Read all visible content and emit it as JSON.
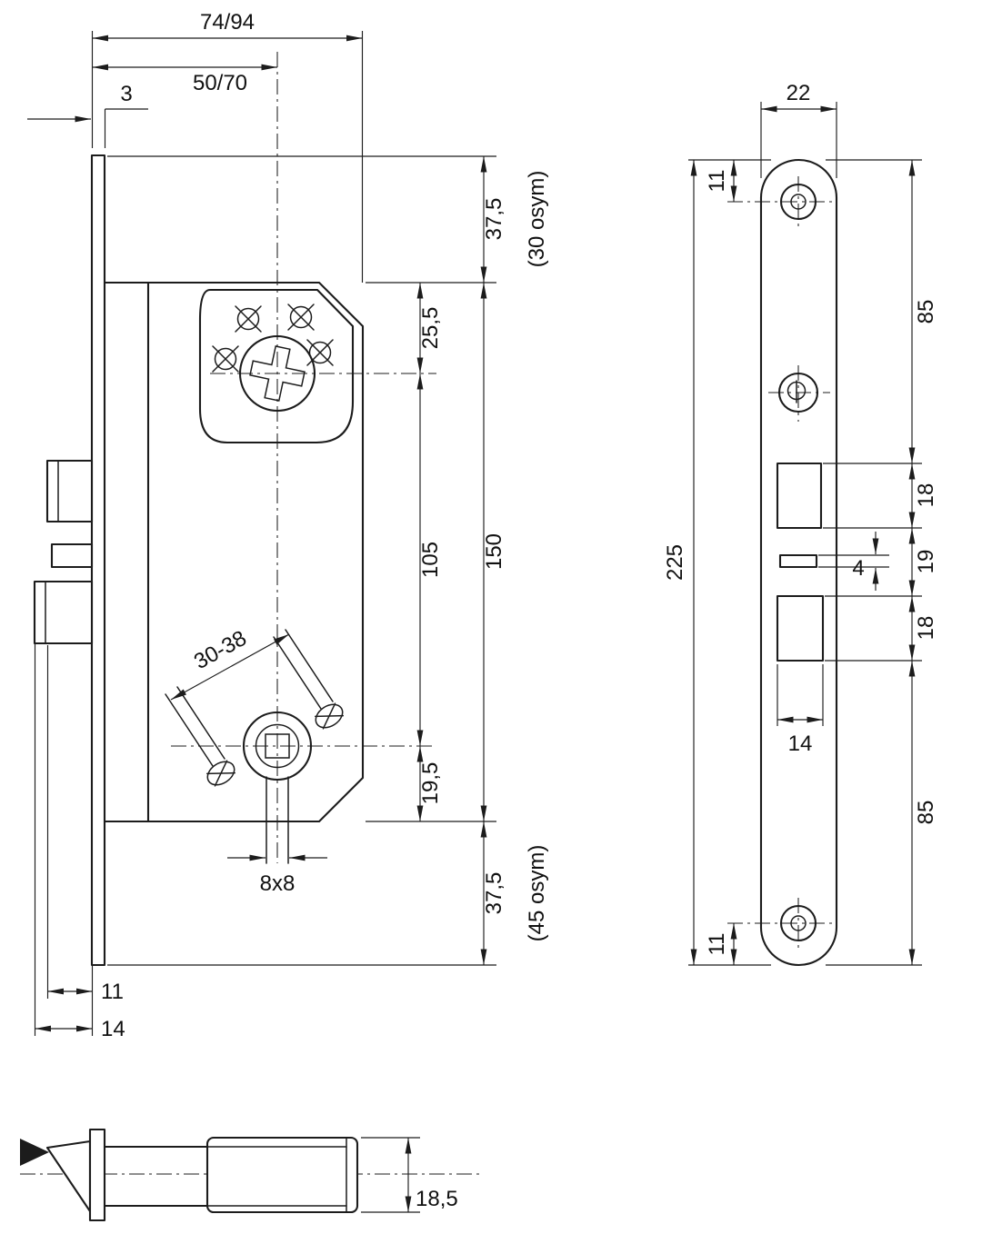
{
  "side_view": {
    "dim_total_depth": "74/94",
    "dim_backset": "50/70",
    "dim_faceplate_thickness": "3",
    "dim_top_margin": "37,5",
    "note_top": "(30 osym)",
    "dim_cylinder_from_top": "25,5",
    "dim_cylinder_to_spindle": "105",
    "dim_case_height": "150",
    "dim_spindle_to_case_bottom": "19,5",
    "dim_bottom_margin": "37,5",
    "note_bottom": "(45 osym)",
    "dim_handle_stop_range": "30-38",
    "dim_spindle_square": "8x8",
    "dim_latch_throw": "11",
    "dim_deadbolt_throw": "14"
  },
  "front_view": {
    "dim_forend_width": "22",
    "dim_forend_length": "225",
    "dim_screw_top_offset": "11",
    "dim_screw_bottom_offset": "11",
    "dim_top_to_latch": "85",
    "dim_latch_opening_height": "18",
    "dim_openings_gap": "19",
    "dim_indicator_slot": "4",
    "dim_deadbolt_opening_height": "18",
    "dim_opening_width": "14",
    "dim_deadbolt_to_bottom": "85"
  },
  "bottom_view": {
    "dim_latch_bolt_height": "18,5"
  }
}
